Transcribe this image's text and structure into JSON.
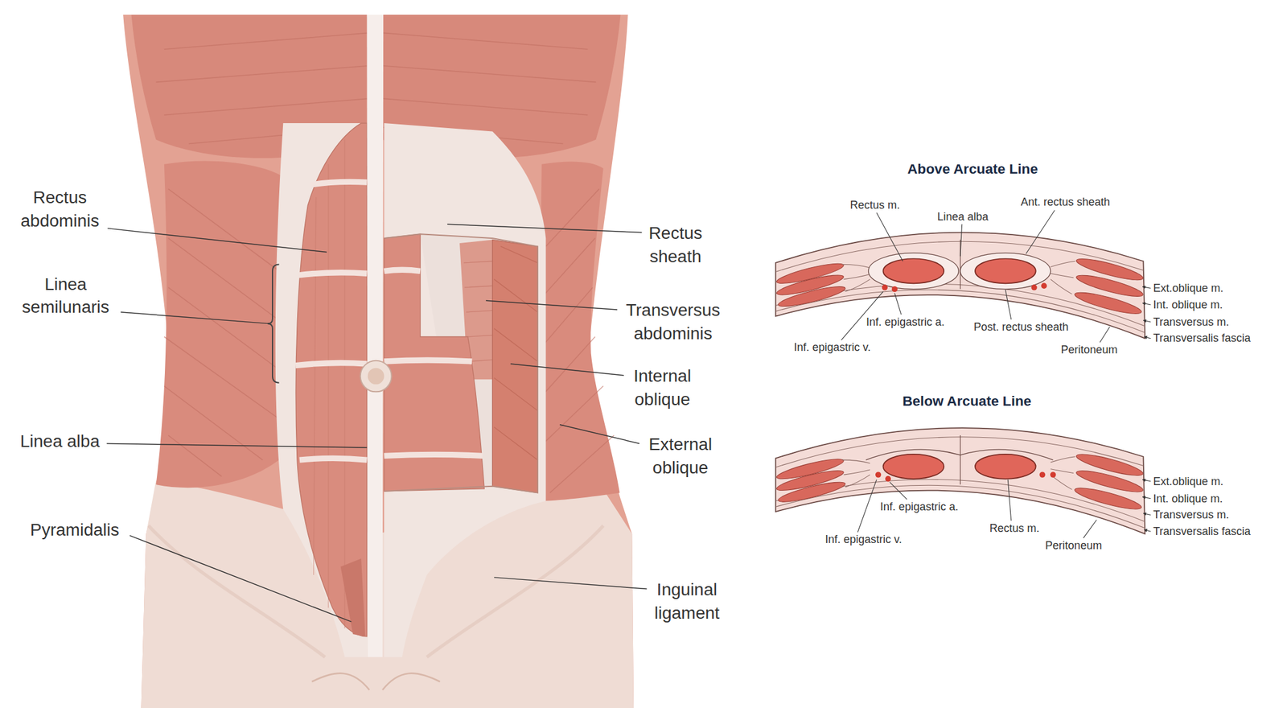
{
  "diagram": {
    "labels": [
      "Rectus abdominis",
      "Linea semilunaris",
      "Linea alba",
      "Pyramidalis",
      "Rectus sheath",
      "Transversus abdominis",
      "Internal oblique",
      "External oblique",
      "Inguinal ligament",
      "Above Arcuate Line",
      "Rectus m.",
      "Linea alba",
      "Ant. rectus sheath",
      "Ext.oblique m.",
      "Int. oblique m.",
      "Transversus m.",
      "Transversalis fascia",
      "Inf. epigastric a.",
      "Post. rectus sheath",
      "Inf. epigastric v.",
      "Peritoneum",
      "Below Arcuate Line",
      "Ext.oblique m.",
      "Int. oblique m.",
      "Transversus m.",
      "Transversalis fascia",
      "Inf. epigastric a.",
      "Inf. epigastric v.",
      "Rectus m.",
      "Peritoneum"
    ]
  }
}
